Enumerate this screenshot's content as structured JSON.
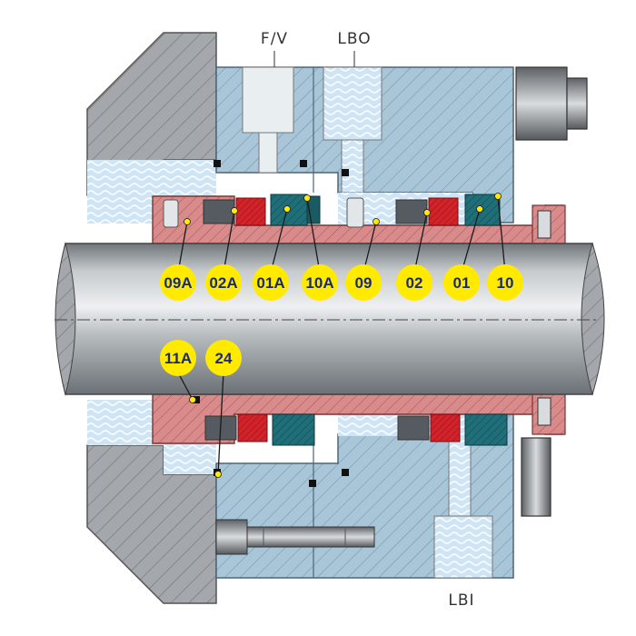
{
  "ports": {
    "flush_vent": "F/V",
    "barrier_out": "LBO",
    "barrier_in": "LBI"
  },
  "callouts": {
    "c09a": "09A",
    "c02a": "02A",
    "c01a": "01A",
    "c10a": "10A",
    "c09": "09",
    "c02": "02",
    "c01": "01",
    "c10": "10",
    "c11a": "11A",
    "c24": "24"
  },
  "colors": {
    "housing_gray": "#9da3a8",
    "gland_blue": "#a9c6d8",
    "sleeve_red": "#d98a8a",
    "face_teal": "#1f6e78",
    "seal_red": "#d2232a",
    "callout_yellow": "#ffea00",
    "callout_text": "#1a2a6c"
  }
}
